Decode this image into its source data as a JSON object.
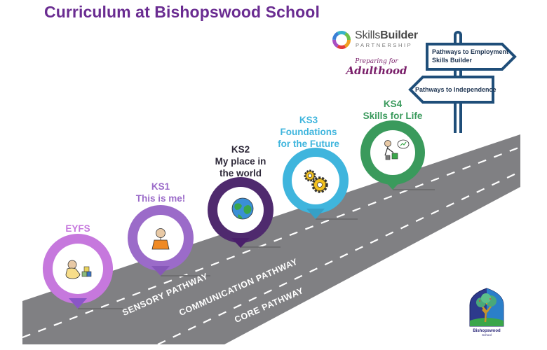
{
  "title": "Curriculum at Bishopswood School",
  "logos": {
    "skills_builder": {
      "name_part1": "Skills",
      "name_part2": "Builder",
      "subtitle": "PARTNERSHIP"
    },
    "preparing": {
      "line1": "Preparing for",
      "line2": "Adulthood"
    },
    "school_crest": {
      "name": "Bishopswood",
      "sub": "School"
    }
  },
  "signpost": {
    "employment": {
      "line1": "Pathways to Employment",
      "line2": "Skills Builder"
    },
    "independence": {
      "line1": "Pathways to Independence"
    },
    "color": "#1f4e79"
  },
  "stages": [
    {
      "id": "eyfs",
      "heading": "EYFS",
      "subtitle": "",
      "icon": "baby-playing-blocks-icon",
      "color": "#c678dd"
    },
    {
      "id": "ks1",
      "heading": "KS1",
      "subtitle": "This is me!",
      "icon": "person-icon",
      "color": "#9b6bc9"
    },
    {
      "id": "ks2",
      "heading": "KS2",
      "subtitle": "My place in the world",
      "subtitle_lines": [
        "My place in",
        "the world"
      ],
      "icon": "globe-icon",
      "color": "#4f2a6e"
    },
    {
      "id": "ks3",
      "heading": "KS3",
      "subtitle": "Foundations for the Future",
      "subtitle_lines": [
        "Foundations",
        "for the Future"
      ],
      "icon": "gears-icon",
      "color": "#3fb5dd"
    },
    {
      "id": "ks4",
      "heading": "KS4",
      "subtitle": "Skills for Life",
      "icon": "person-working-icon",
      "color": "#3a9a5c"
    }
  ],
  "road": {
    "color": "#808083",
    "pathways": [
      "SENSORY PATHWAY",
      "COMMUNICATION PATHWAY",
      "CORE PATHWAY"
    ]
  }
}
